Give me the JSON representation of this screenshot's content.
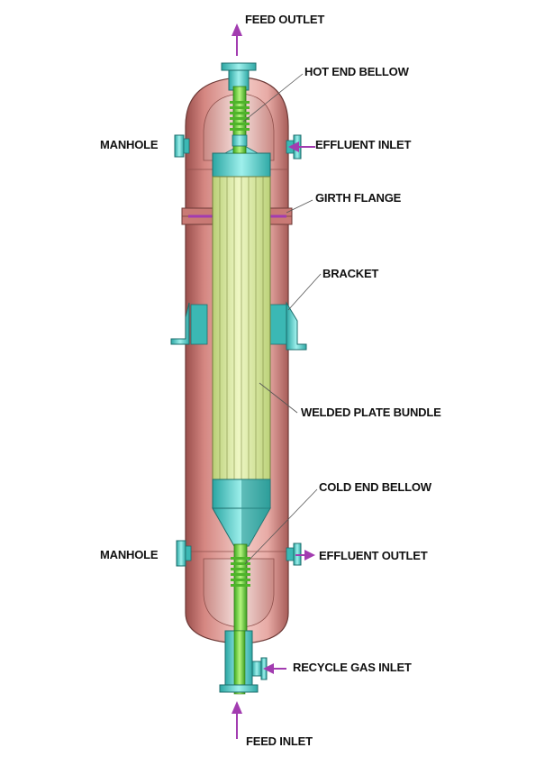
{
  "labels": {
    "feed_outlet": "FEED OUTLET",
    "hot_end_bellow": "HOT END BELLOW",
    "manhole_top": "MANHOLE",
    "effluent_inlet": "EFFLUENT INLET",
    "girth_flange": "GIRTH FLANGE",
    "bracket": "BRACKET",
    "welded_plate_bundle": "WELDED PLATE BUNDLE",
    "cold_end_bellow": "COLD END BELLOW",
    "manhole_bottom": "MANHOLE",
    "effluent_outlet": "EFFLUENT OUTLET",
    "recycle_gas_inlet": "RECYCLE GAS INLET",
    "feed_inlet": "FEED INLET"
  },
  "colors": {
    "shell": "#d98f8a",
    "nozzle": "#5fd0cc",
    "bundle": "#d6ea9a",
    "pipe": "#7fd84a",
    "arrow": "#a23cb0"
  }
}
